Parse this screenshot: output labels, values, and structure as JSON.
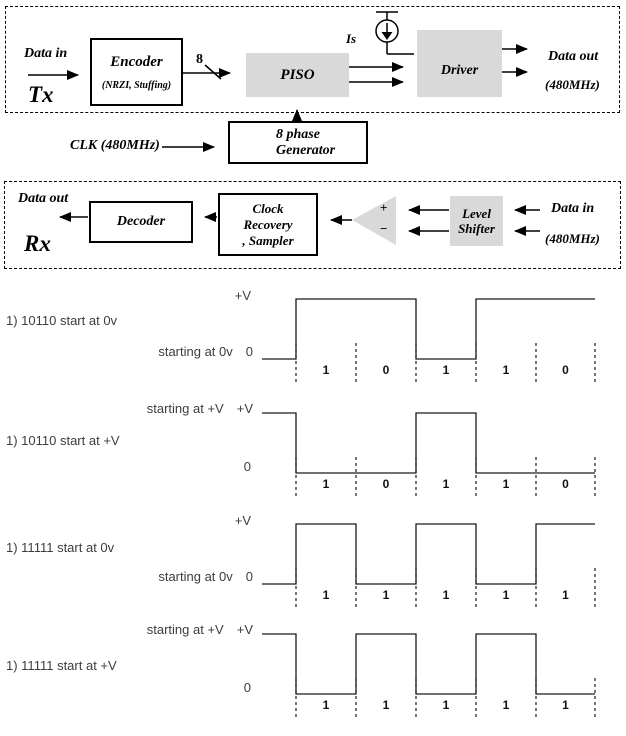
{
  "colors": {
    "block_fill": "#d9d9d9",
    "line": "#000000"
  },
  "tx": {
    "box_label": "Tx",
    "data_in_label": "Data in",
    "encoder_name": "Encoder",
    "encoder_detail": "(NRZI, Stuffing)",
    "bus_width_label": "8",
    "piso_label": "PISO",
    "current_source_label": "Is",
    "driver_label": "Driver",
    "data_out_line1": "Data out",
    "data_out_line2": "(480MHz)"
  },
  "clock": {
    "clk_label": "CLK (480MHz)",
    "generator_line1": "8 phase",
    "generator_line2": "Generator"
  },
  "rx": {
    "box_label": "Rx",
    "data_out_label": "Data out",
    "decoder_label": "Decoder",
    "clock_recovery_line1": "Clock",
    "clock_recovery_line2": "Recovery",
    "clock_recovery_line3": ", Sampler",
    "comparator_plus": "+",
    "comparator_minus": "−",
    "level_shifter_line1": "Level",
    "level_shifter_line2": "Shifter",
    "data_in_line1": "Data in",
    "data_in_line2": "(480MHz)"
  },
  "waveforms": [
    {
      "title": "1) 10110 start at 0v",
      "start_label": "starting at 0v",
      "lead_level_label": "0",
      "opposite_level_label": "+V",
      "lead_level": 0,
      "bits": [
        "1",
        "0",
        "1",
        "1",
        "0"
      ],
      "levels": [
        1,
        1,
        0,
        1,
        1
      ]
    },
    {
      "title": "1) 10110 start at +V",
      "start_label": "starting at +V",
      "lead_level_label": "+V",
      "opposite_level_label": "0",
      "lead_level": 1,
      "bits": [
        "1",
        "0",
        "1",
        "1",
        "0"
      ],
      "levels": [
        0,
        0,
        1,
        0,
        0
      ]
    },
    {
      "title": "1) 11111 start at 0v",
      "start_label": "starting at 0v",
      "lead_level_label": "0",
      "opposite_level_label": "+V",
      "lead_level": 0,
      "bits": [
        "1",
        "1",
        "1",
        "1",
        "1"
      ],
      "levels": [
        1,
        0,
        1,
        0,
        1
      ]
    },
    {
      "title": "1) 11111 start at +V",
      "start_label": "starting at +V",
      "lead_level_label": "+V",
      "opposite_level_label": "0",
      "lead_level": 1,
      "bits": [
        "1",
        "1",
        "1",
        "1",
        "1"
      ],
      "levels": [
        0,
        1,
        0,
        1,
        0
      ]
    }
  ]
}
